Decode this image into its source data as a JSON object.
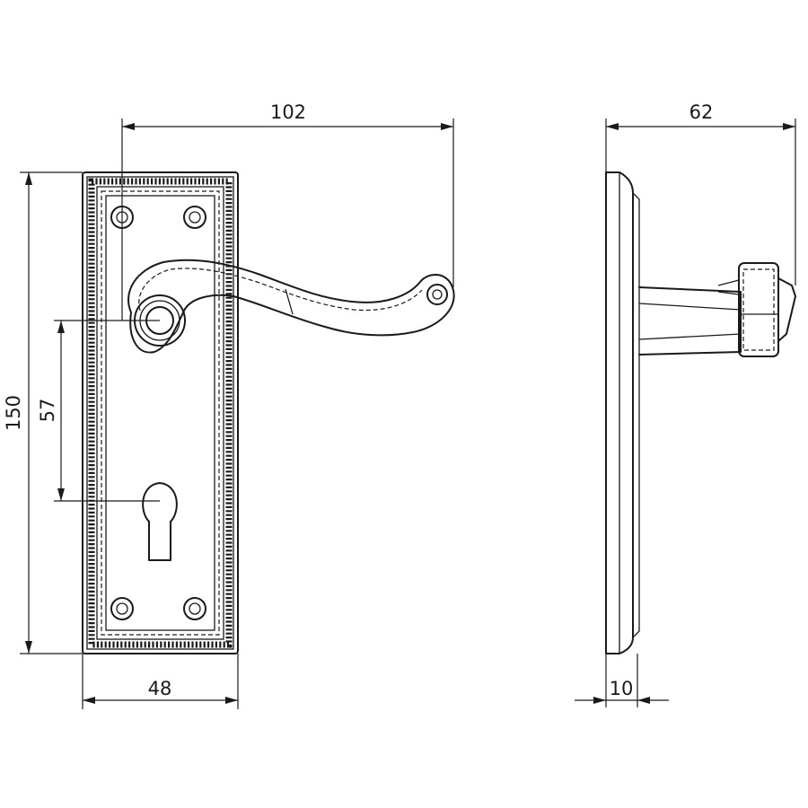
{
  "front_view": {
    "dimensions": {
      "width": "48",
      "height": "150",
      "handle_length": "102",
      "spindle_to_keyhole": "57"
    }
  },
  "side_view": {
    "dimensions": {
      "projection": "62",
      "plate_thickness": "10"
    }
  }
}
